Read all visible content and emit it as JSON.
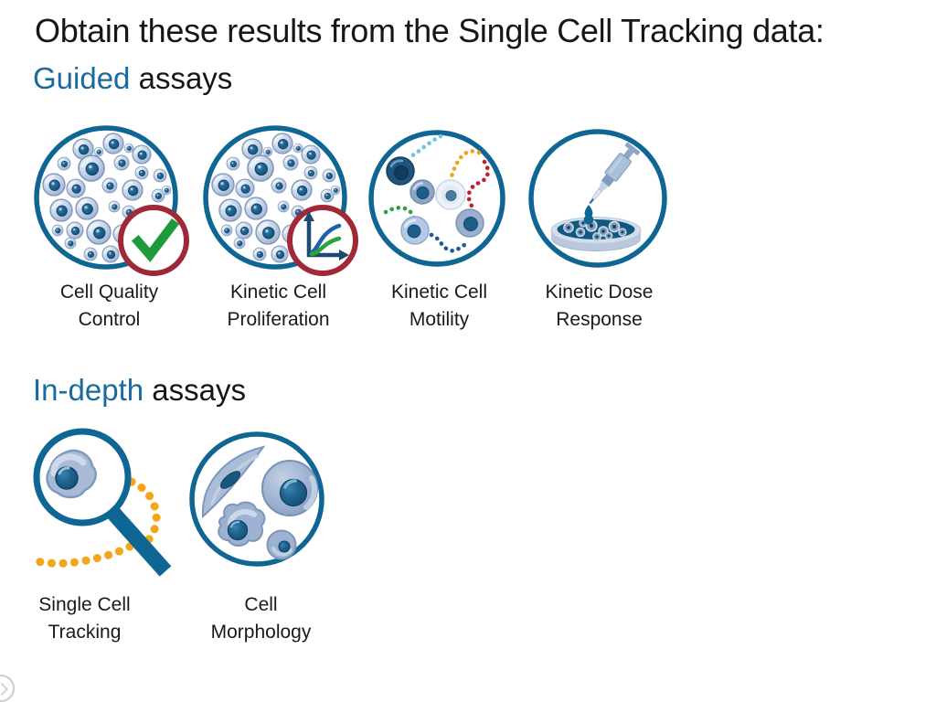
{
  "slide": {
    "title": "Obtain these results from the Single Cell Tracking data:"
  },
  "guided_section": {
    "highlight": "Guided",
    "rest": " assays"
  },
  "in_depth_section": {
    "highlight": "In-depth",
    "rest": " assays"
  },
  "guided_assays": [
    {
      "label": "Cell Quality\nControl",
      "icon": "cell-quality-control-icon"
    },
    {
      "label": "Kinetic Cell\nProliferation",
      "icon": "kinetic-cell-proliferation-icon"
    },
    {
      "label": "Kinetic Cell\nMotility",
      "icon": "kinetic-cell-motility-icon"
    },
    {
      "label": "Kinetic Dose\nResponse",
      "icon": "kinetic-dose-response-icon"
    }
  ],
  "in_depth_assays": [
    {
      "label": "Single Cell\nTracking",
      "icon": "single-cell-tracking-icon"
    },
    {
      "label": "Cell\nMorphology",
      "icon": "cell-morphology-icon"
    }
  ],
  "colors": {
    "accent_teal": "#0f6593",
    "heading_blue": "#1a6a9d",
    "badge_red": "#a12836",
    "check_green": "#1d9b3c",
    "chart_blue": "#1e62a8",
    "chart_green": "#2ba33c",
    "chart_axis": "#1d4a70",
    "track_orange": "#f3a61b",
    "trail_lightblue": "#6fc3e8",
    "trail_orange": "#f0a31c",
    "trail_red": "#c0202e",
    "trail_green": "#2f9e45",
    "trail_navy": "#1f5c97",
    "text_dark": "#1a1a1a"
  }
}
